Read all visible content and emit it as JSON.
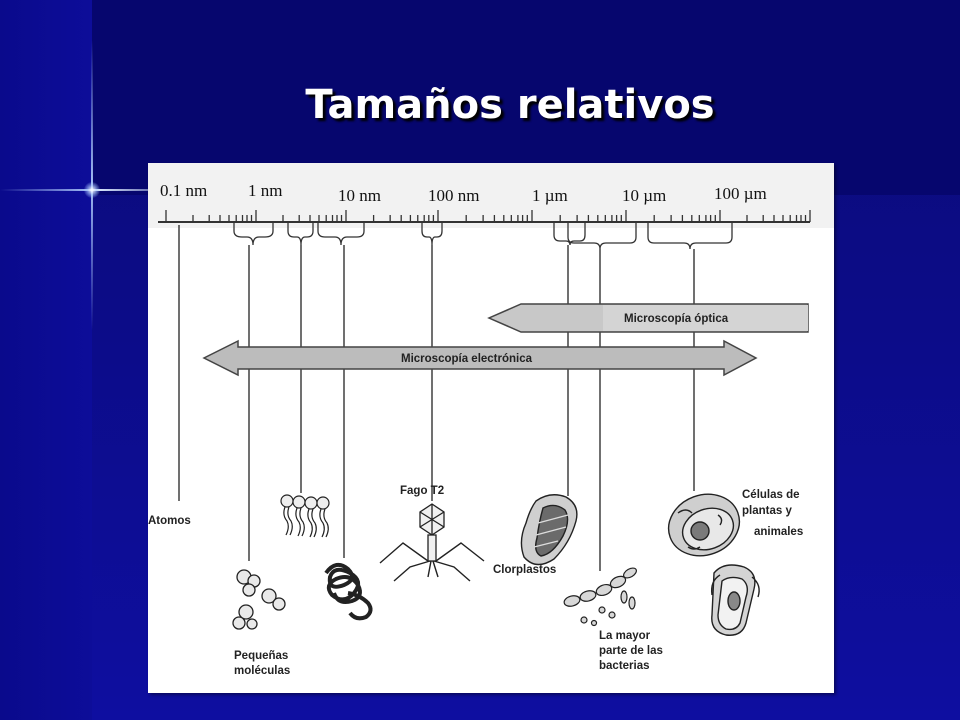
{
  "slide": {
    "title": "Tamaños relativos"
  },
  "diagram": {
    "scale_labels": [
      "0.1 nm",
      "1 nm",
      "10 nm",
      "100 nm",
      "1 µm",
      "10 µm",
      "100 µm"
    ],
    "arrows": {
      "optical": "Microscopía óptica",
      "electron": "Microscopía electrónica"
    },
    "items": {
      "atoms": "Atomos",
      "small_molecules_1": "Pequeñas",
      "small_molecules_2": "moléculas",
      "phage": "Fago T2",
      "chloroplasts": "Clorplastos",
      "cells_1": "Células de",
      "cells_2": "plantas y",
      "cells_3": "animales",
      "bacteria_1": "La mayor",
      "bacteria_2": "parte de las",
      "bacteria_3": "bacterias"
    },
    "colors": {
      "arrow_fill": "#c8c8c8",
      "line": "#333333"
    }
  }
}
